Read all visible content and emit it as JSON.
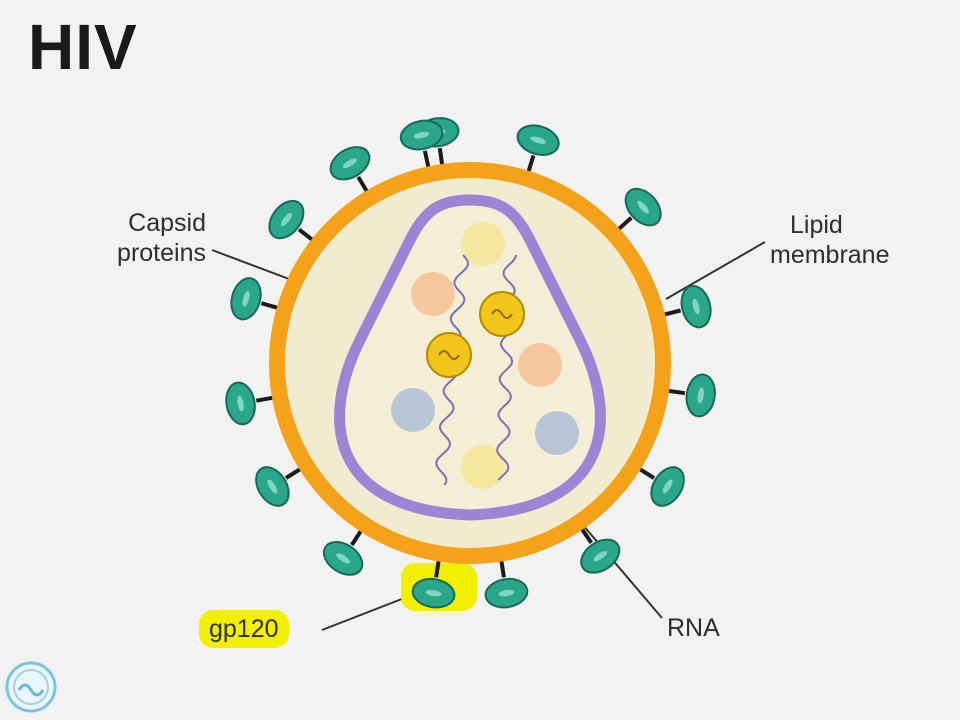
{
  "title": "HIV",
  "labels": {
    "capsid": [
      "Capsid",
      "proteins"
    ],
    "lipid": [
      "Lipid",
      "membrane"
    ],
    "rna": "RNA",
    "gp120": "gp120"
  },
  "colors": {
    "background": "#f2f2f2",
    "membrane": "#f4a21a",
    "interior": "#f1ebd0",
    "capsid": "#9b86d6",
    "glycoprotein": "#2aa68a",
    "rna": "#7f6fb1",
    "enzyme_yellow": "#f2c51a",
    "protein_pale_yellow": "#f7e79e",
    "protein_peach": "#f6c79f",
    "protein_blue": "#b8c5d6",
    "highlight": "#f2ef00"
  },
  "icons": {
    "logo": "circular-watermark-logo-icon"
  }
}
